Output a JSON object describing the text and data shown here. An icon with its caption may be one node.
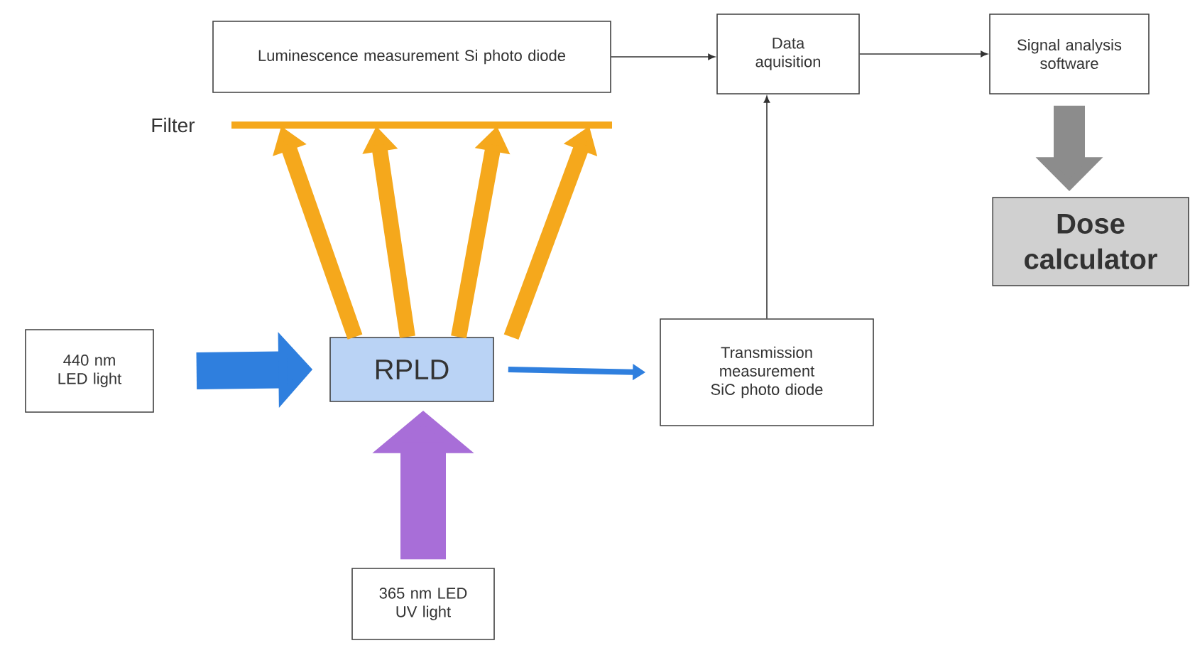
{
  "diagram": {
    "nodes": [
      {
        "text": [
          "Luminescence measurement Si photo diode"
        ]
      },
      {
        "text": [
          "Data aquisition"
        ]
      },
      {
        "text": [
          "Signal analysis software"
        ]
      },
      {
        "text": [
          "Dose calculator"
        ]
      },
      {
        "text": [
          "Filter"
        ]
      },
      {
        "text": [
          "440 nm LED light"
        ]
      },
      {
        "text": [
          "RPLD"
        ]
      },
      {
        "text": [
          "Transmission measurement SiC photo diode"
        ]
      },
      {
        "text": [
          "365 nm LED UV light"
        ]
      }
    ],
    "edges": [
      {
        "from": 0,
        "to": 1,
        "arrow": "to",
        "color": "#333333"
      },
      {
        "from": 1,
        "to": 2,
        "arrow": "to",
        "color": "#333333"
      },
      {
        "from": 2,
        "to": 3,
        "arrow": "to",
        "style": "thick",
        "color": "#8c8c8c"
      },
      {
        "from": 6,
        "to": 4,
        "arrow": "to",
        "color": "#f5a81c"
      },
      {
        "from": 6,
        "to": 4,
        "arrow": "to",
        "color": "#f5a81c"
      },
      {
        "from": 6,
        "to": 4,
        "arrow": "to",
        "color": "#f5a81c"
      },
      {
        "from": 6,
        "to": 4,
        "arrow": "to",
        "color": "#f5a81c"
      },
      {
        "from": 5,
        "to": 6,
        "arrow": "to",
        "style": "thick",
        "color": "#2f7fde"
      },
      {
        "from": 6,
        "to": 7,
        "arrow": "to",
        "color": "#2f7fde"
      },
      {
        "from": 8,
        "to": 6,
        "arrow": "to",
        "style": "thick",
        "color": "#a86ed8"
      },
      {
        "from": 7,
        "to": 1,
        "arrow": "to",
        "color": "#333333"
      }
    ]
  }
}
